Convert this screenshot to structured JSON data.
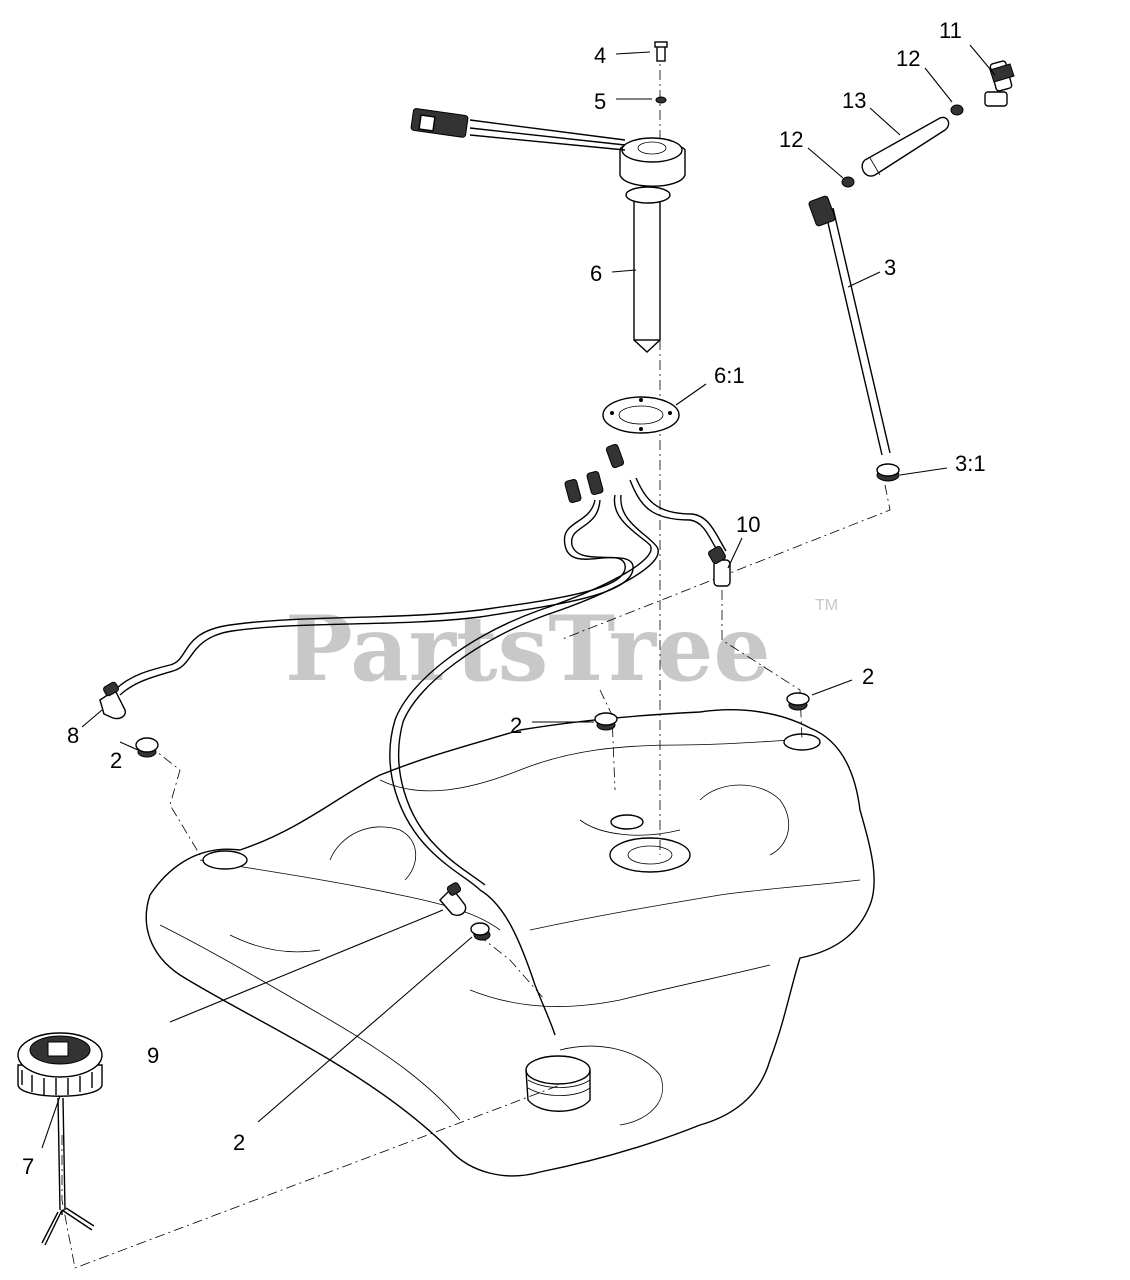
{
  "watermark": {
    "text": "PartsTree",
    "trademark": "TM"
  },
  "callouts": [
    {
      "id": "c4",
      "label": "4"
    },
    {
      "id": "c5",
      "label": "5"
    },
    {
      "id": "c11",
      "label": "11"
    },
    {
      "id": "c12a",
      "label": "12"
    },
    {
      "id": "c13",
      "label": "13"
    },
    {
      "id": "c12b",
      "label": "12"
    },
    {
      "id": "c6",
      "label": "6"
    },
    {
      "id": "c3",
      "label": "3"
    },
    {
      "id": "c61",
      "label": "6:1"
    },
    {
      "id": "c31",
      "label": "3:1"
    },
    {
      "id": "c10",
      "label": "10"
    },
    {
      "id": "c2a",
      "label": "2"
    },
    {
      "id": "c2b",
      "label": "2"
    },
    {
      "id": "c8",
      "label": "8"
    },
    {
      "id": "c2c",
      "label": "2"
    },
    {
      "id": "c9",
      "label": "9"
    },
    {
      "id": "c2d",
      "label": "2"
    },
    {
      "id": "c7",
      "label": "7"
    }
  ]
}
